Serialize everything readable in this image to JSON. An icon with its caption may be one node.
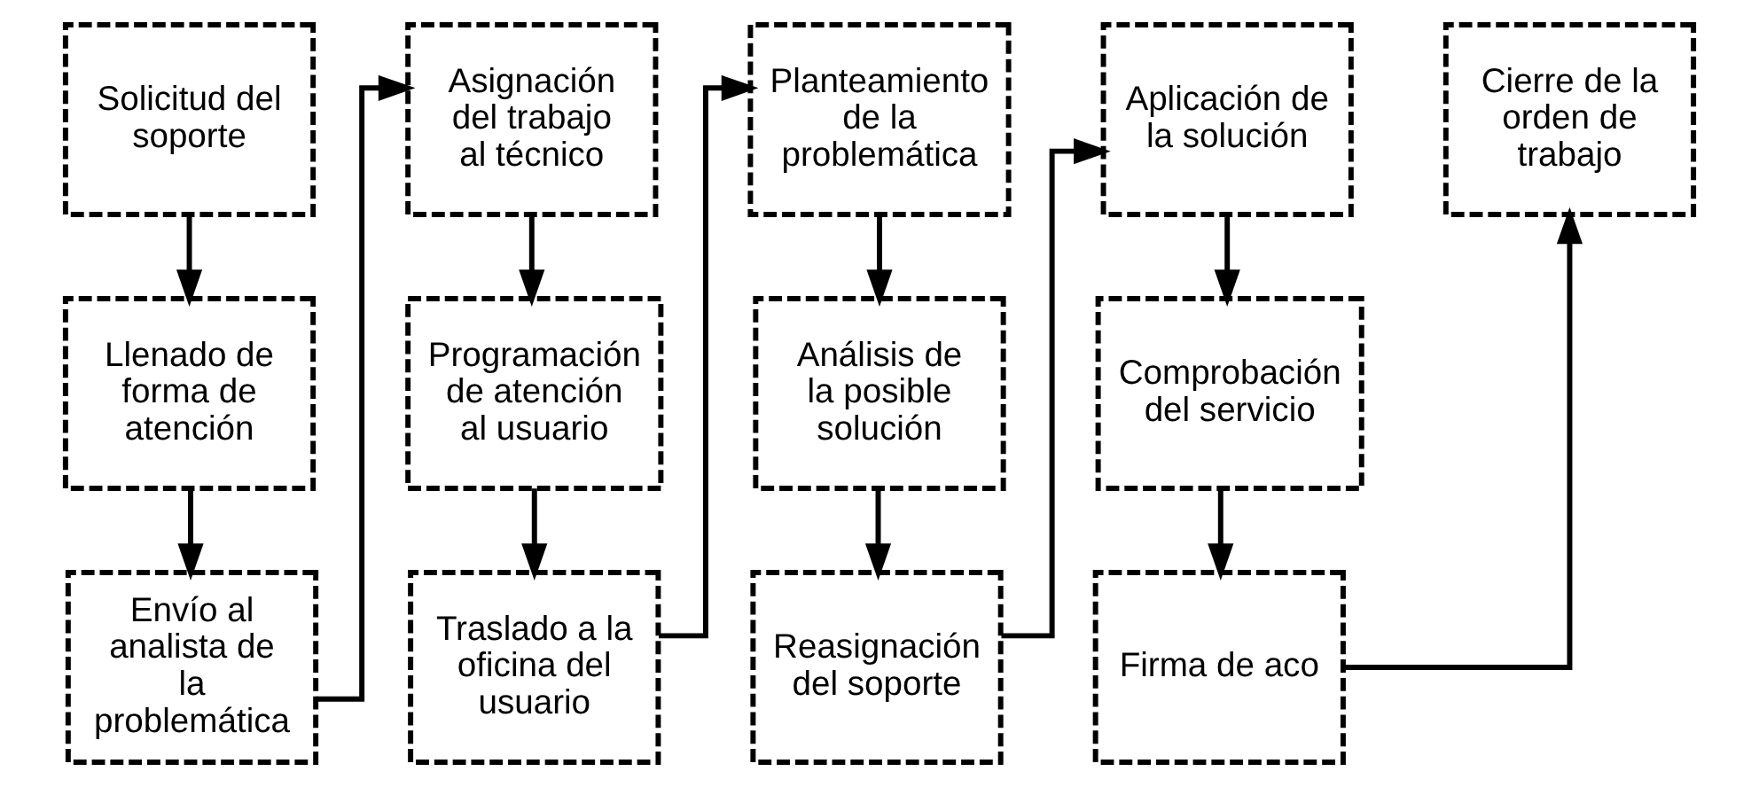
{
  "diagram": {
    "nodes": [
      {
        "text": [
          "Solicitud del soporte"
        ]
      },
      {
        "text": [
          "Llenado de forma de atención"
        ]
      },
      {
        "text": [
          "Envío al analista de la problemática"
        ]
      },
      {
        "text": [
          "Asignación del trabajo al técnico"
        ]
      },
      {
        "text": [
          "Programación de atención al usuario"
        ]
      },
      {
        "text": [
          "Traslado a la oficina del usuario"
        ]
      },
      {
        "text": [
          "Planteamiento de la problemática"
        ]
      },
      {
        "text": [
          "Análisis de la posible solución"
        ]
      },
      {
        "text": [
          "Reasignación del soporte"
        ]
      },
      {
        "text": [
          "Aplicación de la solución"
        ]
      },
      {
        "text": [
          "Comprobación del servicio"
        ]
      },
      {
        "text": [
          "Firma de aco"
        ]
      },
      {
        "text": [
          "Cierre de la orden de trabajo"
        ]
      }
    ],
    "edges": [
      {
        "from": 0,
        "to": 1,
        "arrow": "to"
      },
      {
        "from": 1,
        "to": 2,
        "arrow": "to"
      },
      {
        "from": 2,
        "to": 3,
        "arrow": "to"
      },
      {
        "from": 3,
        "to": 4,
        "arrow": "to"
      },
      {
        "from": 4,
        "to": 5,
        "arrow": "to"
      },
      {
        "from": 5,
        "to": 6,
        "arrow": "to"
      },
      {
        "from": 6,
        "to": 7,
        "arrow": "to"
      },
      {
        "from": 7,
        "to": 8,
        "arrow": "to"
      },
      {
        "from": 8,
        "to": 9,
        "arrow": "to"
      },
      {
        "from": 9,
        "to": 10,
        "arrow": "to"
      },
      {
        "from": 10,
        "to": 11,
        "arrow": "to"
      },
      {
        "from": 11,
        "to": 12,
        "arrow": "to"
      }
    ]
  }
}
